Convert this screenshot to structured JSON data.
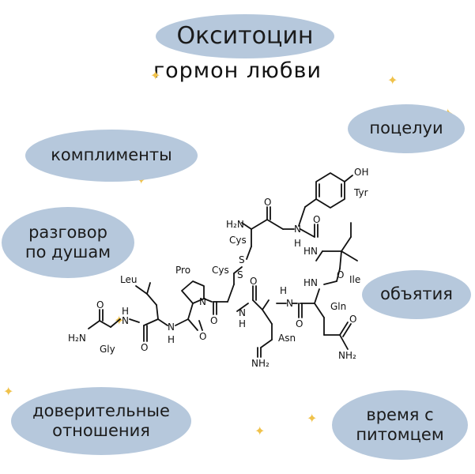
{
  "title": "Окситоцин",
  "subtitle": "гормон любви",
  "bubbles": {
    "kisses": "поцелуи",
    "compliments": "комплименты",
    "heart_talk_1": "разговор",
    "heart_talk_2": "по душам",
    "hugs": "объятия",
    "trust_1": "доверительные",
    "trust_2": "отношения",
    "pet_1": "время с",
    "pet_2": "питомцем"
  },
  "molecule": {
    "residues": {
      "tyr": "Tyr",
      "cys_top": "Cys",
      "cys_left": "Cys",
      "pro": "Pro",
      "leu": "Leu",
      "gly": "Gly",
      "asn": "Asn",
      "gln": "Gln",
      "ile": "Ile"
    },
    "groups": {
      "oh": "OH",
      "h2n_top": "H₂N",
      "nh2_gly": "H₂N",
      "nh2_asn": "NH₂",
      "nh2_gln": "NH₂",
      "s1": "S",
      "s2": "S",
      "n": "N",
      "h": "H",
      "hn": "HN",
      "o": "O"
    }
  },
  "colors": {
    "oval": "#b6c8dc",
    "sparkle": "#f0c24b"
  }
}
